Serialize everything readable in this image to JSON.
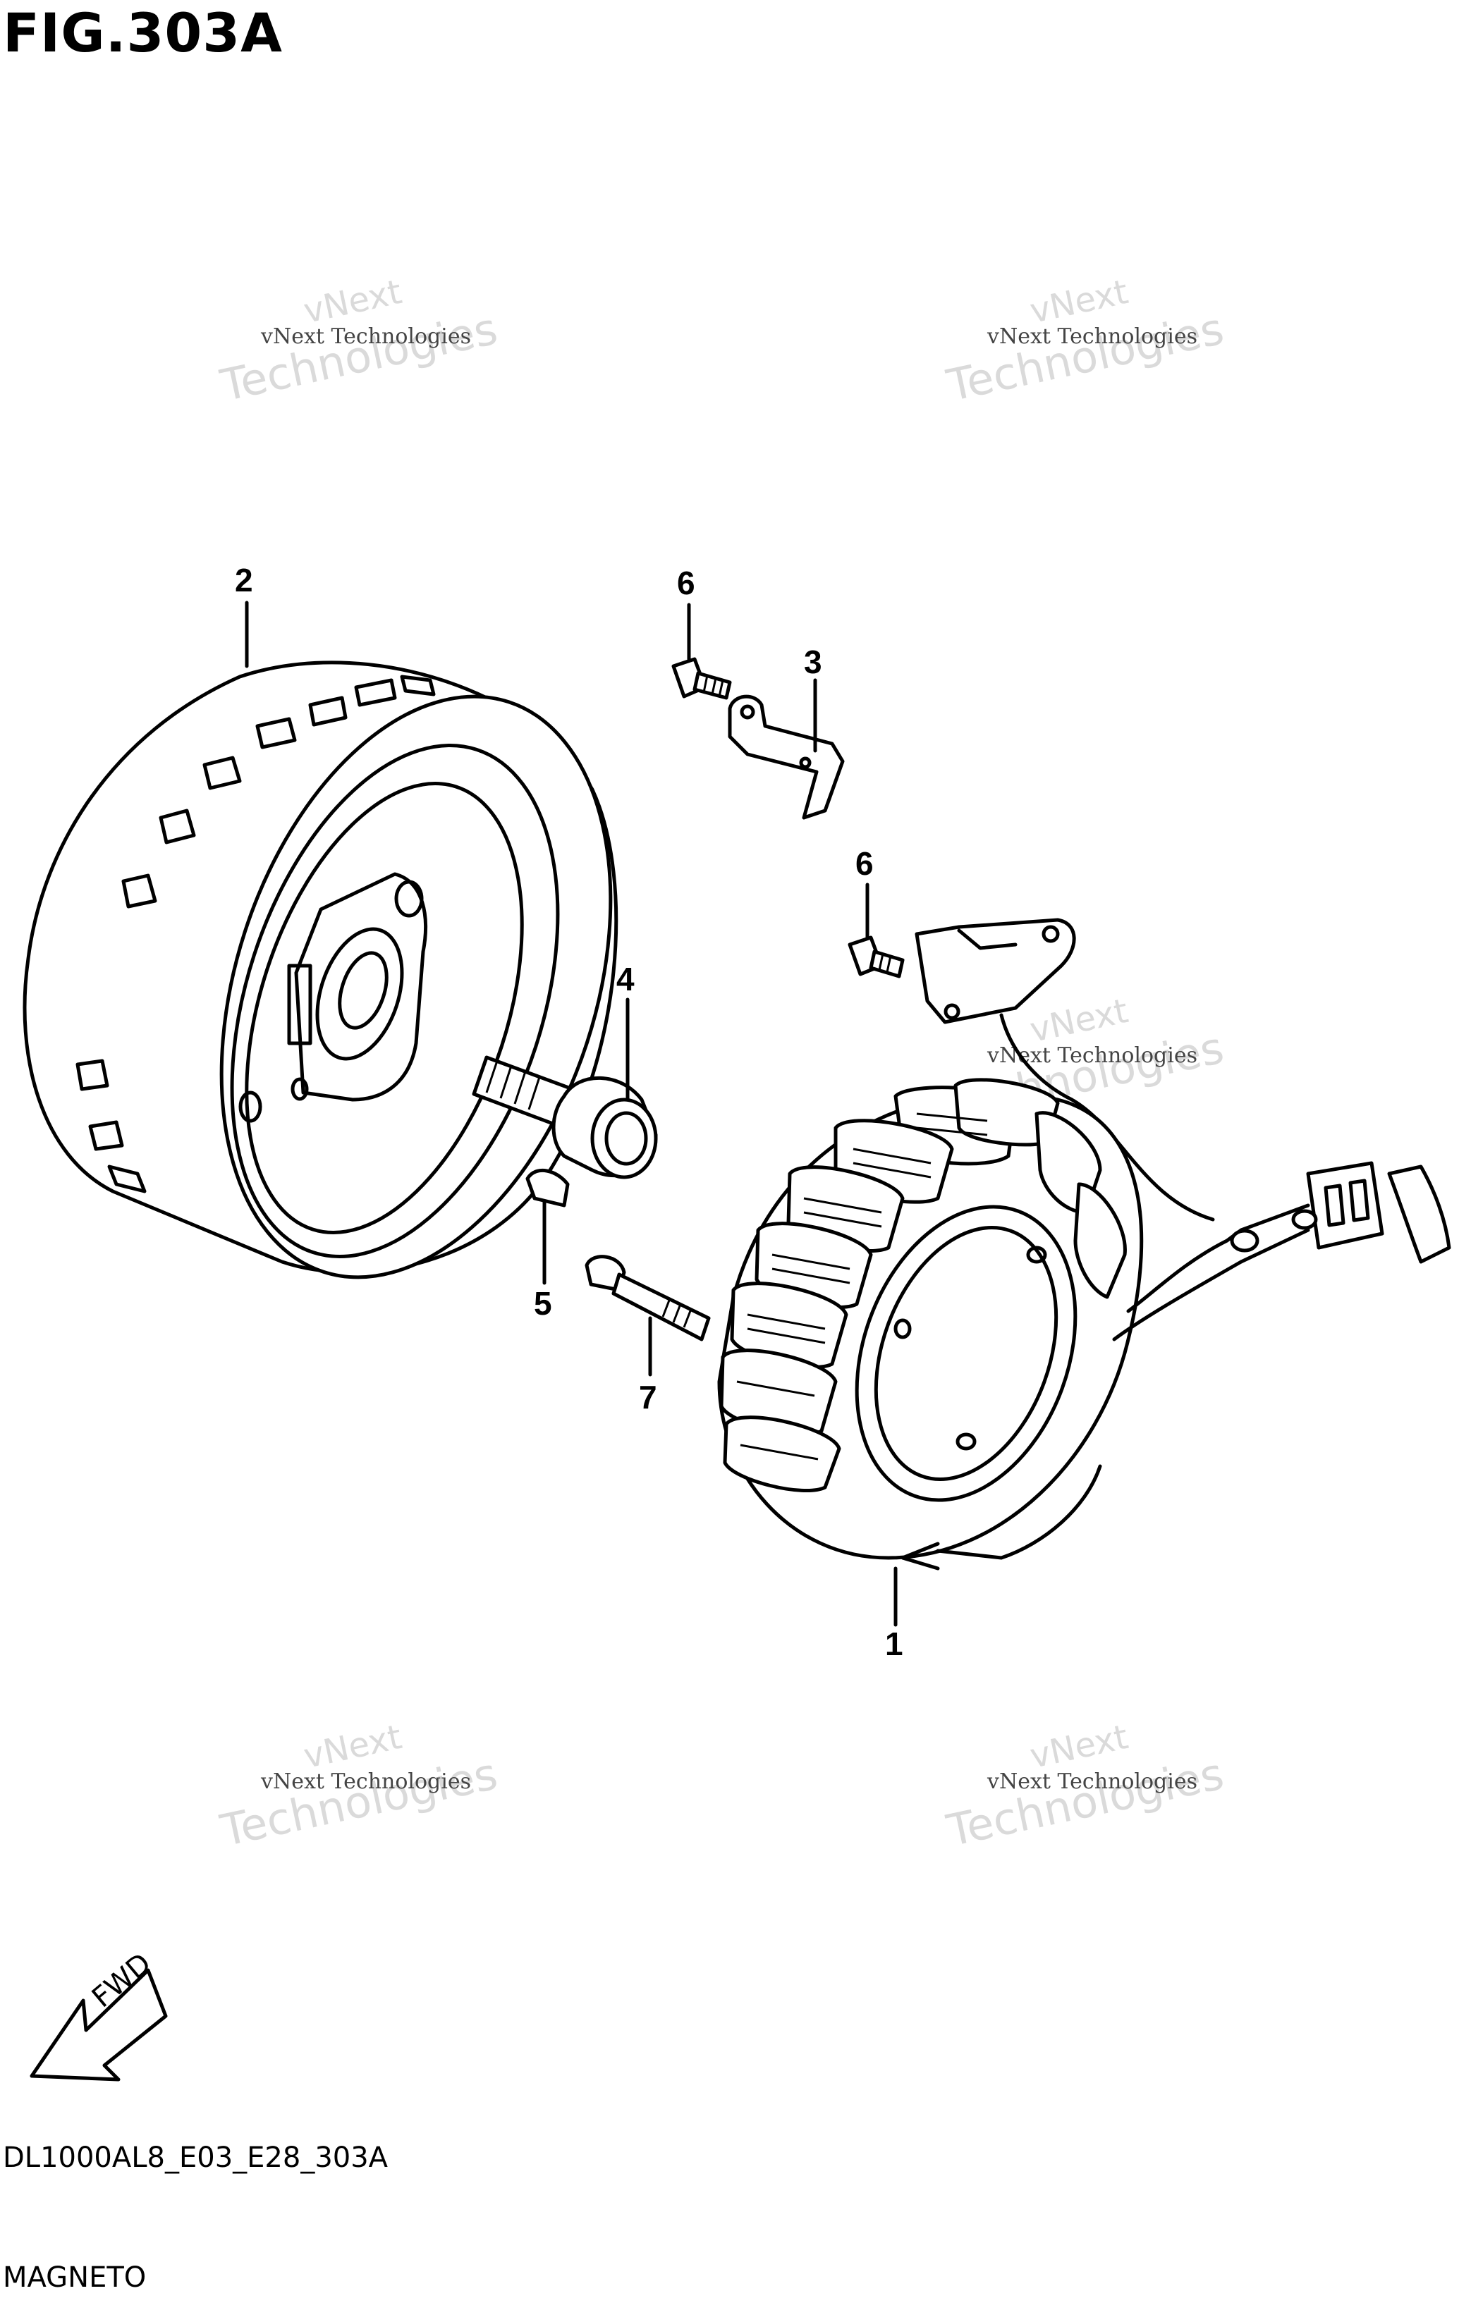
{
  "figure": {
    "title": "FIG.303A",
    "model_code": "DL1000AL8_E03_E28_303A",
    "section_name": "MAGNETO"
  },
  "watermark": {
    "line_small": "vNext Technologies",
    "line_large": "Technologies",
    "line_top": "vNext"
  },
  "parts": [
    {
      "id": "1",
      "label": "1"
    },
    {
      "id": "2",
      "label": "2"
    },
    {
      "id": "3",
      "label": "3"
    },
    {
      "id": "4",
      "label": "4"
    },
    {
      "id": "5",
      "label": "5"
    },
    {
      "id": "6a",
      "label": "6"
    },
    {
      "id": "6b",
      "label": "6"
    },
    {
      "id": "7",
      "label": "7"
    }
  ],
  "fwd_indicator": {
    "label": "FWD"
  }
}
